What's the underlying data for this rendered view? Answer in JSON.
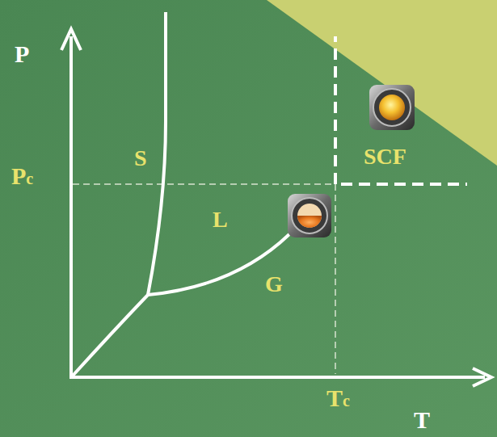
{
  "diagram": {
    "labels": [
      "P",
      "Pc",
      "S",
      "L",
      "G",
      "SCF",
      "Tc",
      "T"
    ]
  }
}
